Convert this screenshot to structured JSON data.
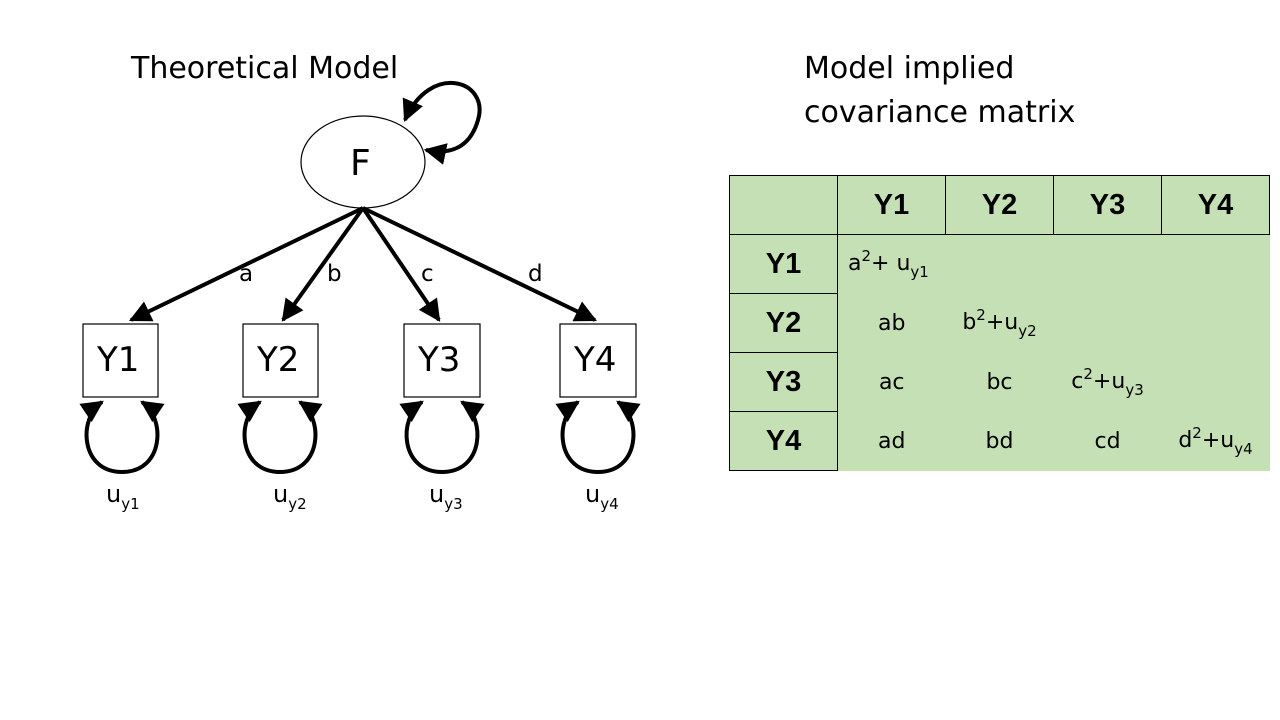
{
  "model": {
    "title": "Theoretical Model",
    "factor": "F",
    "paths": [
      {
        "label": "a",
        "target": "Y1"
      },
      {
        "label": "b",
        "target": "Y2"
      },
      {
        "label": "c",
        "target": "Y3"
      },
      {
        "label": "d",
        "target": "Y4"
      }
    ],
    "indicators": [
      "Y1",
      "Y2",
      "Y3",
      "Y4"
    ],
    "residuals": [
      {
        "base": "u",
        "sub": "y1"
      },
      {
        "base": "u",
        "sub": "y2"
      },
      {
        "base": "u",
        "sub": "y3"
      },
      {
        "base": "u",
        "sub": "y4"
      }
    ]
  },
  "matrix": {
    "title_line1": "Model implied",
    "title_line2": "covariance matrix",
    "columns": [
      "Y1",
      "Y2",
      "Y3",
      "Y4"
    ],
    "rows": [
      {
        "label": "Y1",
        "cells": [
          {
            "base": "a",
            "sup": "2",
            "op": "+ u",
            "sub": "y1"
          },
          null,
          null,
          null
        ]
      },
      {
        "label": "Y2",
        "cells": [
          {
            "text": "ab"
          },
          {
            "base": "b",
            "sup": "2",
            "op": "+u",
            "sub": "y2"
          },
          null,
          null
        ]
      },
      {
        "label": "Y3",
        "cells": [
          {
            "text": "ac"
          },
          {
            "text": "bc"
          },
          {
            "base": "c",
            "sup": "2",
            "op": "+u",
            "sub": "y3"
          },
          null
        ]
      },
      {
        "label": "Y4",
        "cells": [
          {
            "text": "ad"
          },
          {
            "text": "bd"
          },
          {
            "text": "cd"
          },
          {
            "base": "d",
            "sup": "2",
            "op": "+u",
            "sub": "y4"
          }
        ]
      }
    ],
    "fill_color": "#c5e0b4"
  }
}
